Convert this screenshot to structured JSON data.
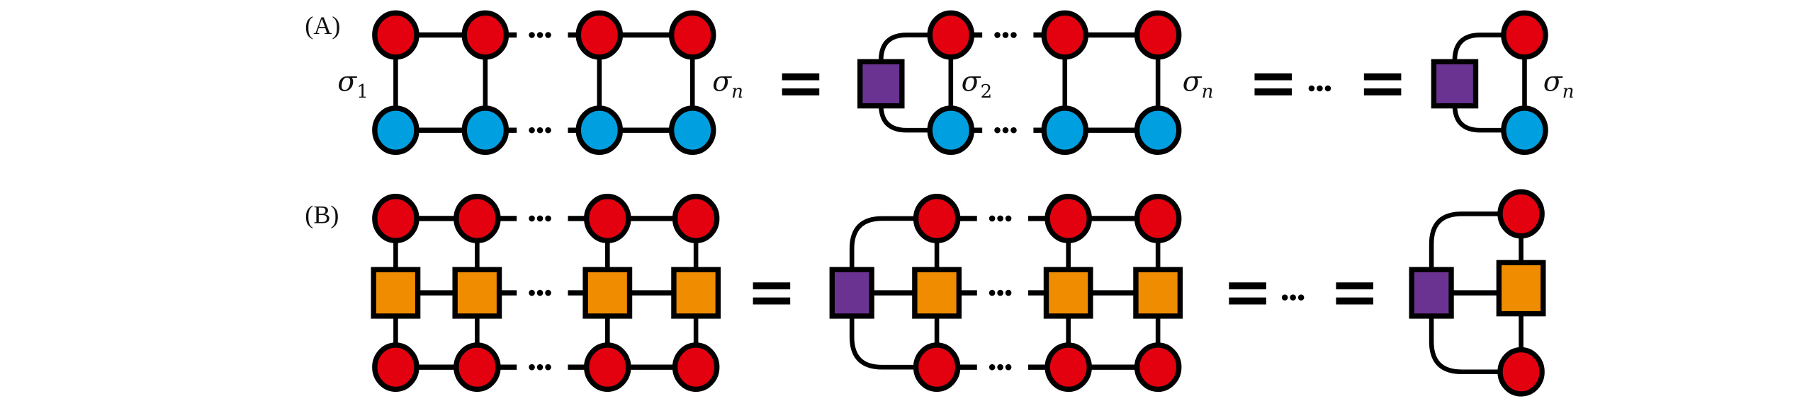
{
  "figure": {
    "panels": [
      {
        "id": "A",
        "label": "(A)",
        "description": "Contraction of a two-row network (red top row, blue bottom row) from left to right",
        "terms": [
          {
            "labels": [
              "σ1",
              "σn"
            ],
            "columns": 4,
            "has_environment": false
          },
          {
            "labels": [
              "σ2",
              "σn"
            ],
            "columns": 3,
            "has_environment": true
          },
          {
            "labels": [
              "σn"
            ],
            "columns": 1,
            "has_environment": true
          }
        ],
        "ellipsis": "···",
        "equals": "="
      },
      {
        "id": "B",
        "label": "(B)",
        "description": "Contraction of a three-row network (red, orange operator, red) from left to right",
        "terms": [
          {
            "columns": 4,
            "has_environment": false
          },
          {
            "columns": 3,
            "has_environment": true
          },
          {
            "columns": 1,
            "has_environment": true
          }
        ],
        "ellipsis": "···",
        "equals": "="
      }
    ],
    "colors": {
      "red_node": "#e3000f",
      "blue_node": "#009fdf",
      "orange_node": "#f08c00",
      "purple_node": "#6b3391",
      "edge": "#000000"
    }
  }
}
